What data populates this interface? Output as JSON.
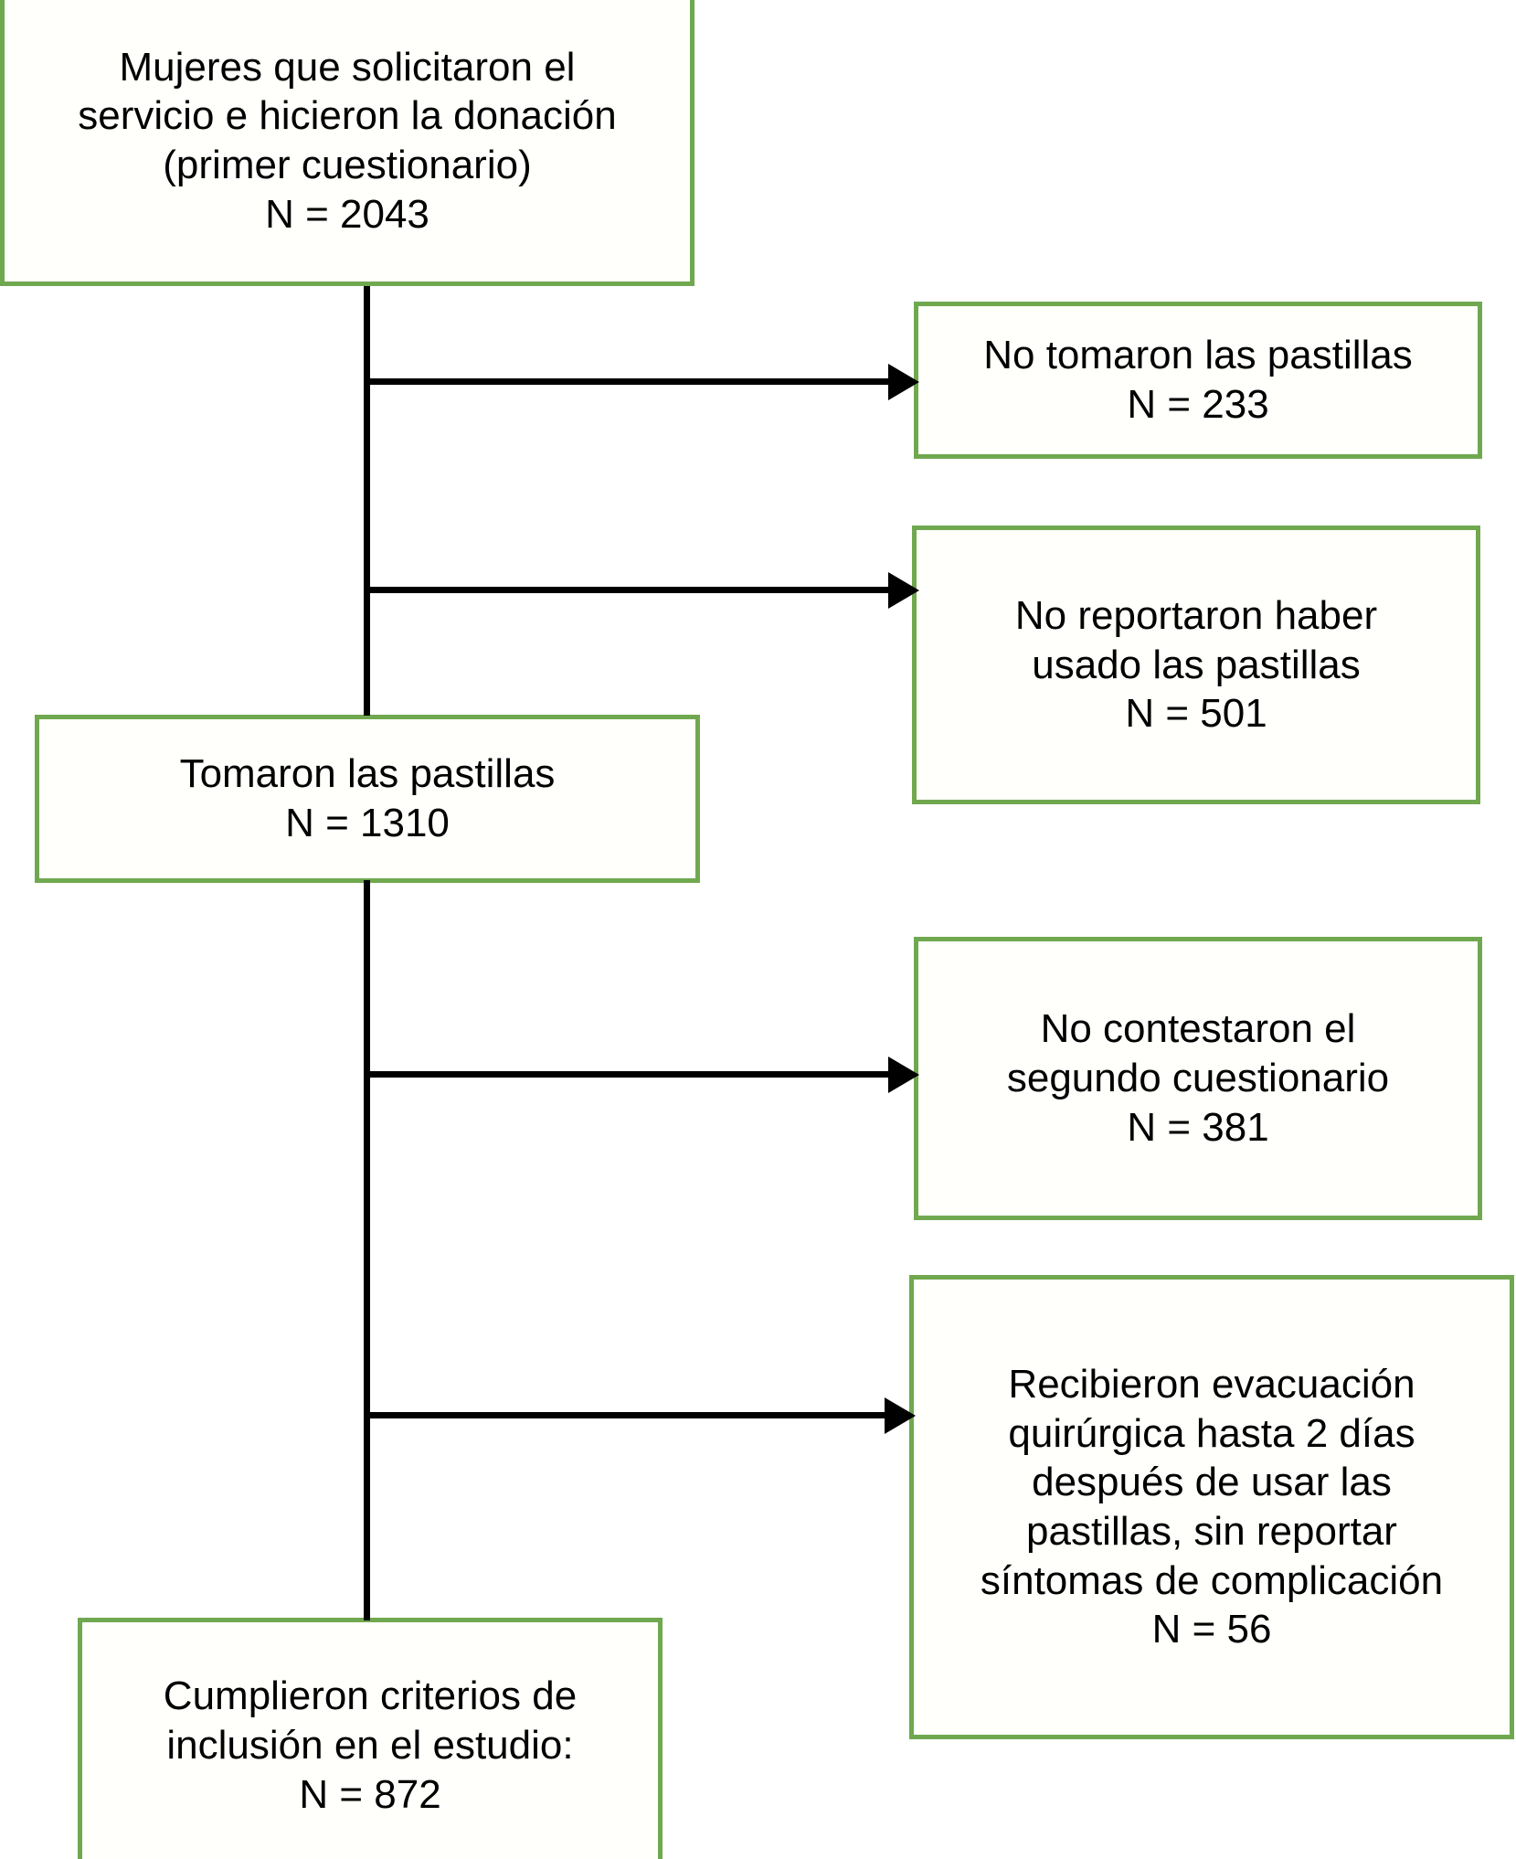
{
  "diagram": {
    "type": "flowchart",
    "title": "",
    "accent_color": "#70a84f",
    "line_color": "#000000",
    "background_color": "#ffffff",
    "nodes": {
      "donation": {
        "id": "donation",
        "role": "start",
        "text": "Mujeres que solicitaron el\nservicio e hicieron la donación\n(primer cuestionario)\nN = 2043",
        "n_label": "N = 2043",
        "n_value": 2043
      },
      "took_pills": {
        "id": "took_pills",
        "role": "stage",
        "text": "Tomaron las pastillas\nN = 1310",
        "n_label": "N = 1310",
        "n_value": 1310
      },
      "included": {
        "id": "included",
        "role": "end",
        "text": "Cumplieron criterios de\ninclusión en el estudio:\nN = 872",
        "n_label": "N = 872",
        "n_value": 872
      },
      "excl_not_taken": {
        "id": "excl_not_taken",
        "role": "exclusion",
        "text": "No tomaron las pastillas\nN = 233",
        "n_label": "N = 233",
        "n_value": 233
      },
      "excl_not_reported_used": {
        "id": "excl_not_reported_used",
        "role": "exclusion",
        "text": "No reportaron haber\nusado las pastillas\nN = 501",
        "n_label": "N = 501",
        "n_value": 501
      },
      "excl_no_second_questionnaire": {
        "id": "excl_no_second_questionnaire",
        "role": "exclusion",
        "text": "No contestaron el\nsegundo cuestionario\nN = 381",
        "n_label": "N = 381",
        "n_value": 381
      },
      "excl_surgical_evacuation": {
        "id": "excl_surgical_evacuation",
        "role": "exclusion",
        "text": "Recibieron evacuación\nquirúrgica hasta 2 días\ndespués de usar las\npastillas, sin reportar\nsíntomas de complicación\nN = 56",
        "n_label": "N = 56",
        "n_value": 56
      }
    },
    "edges": [
      {
        "id": "edge-1",
        "from": "donation",
        "to": "excl_not_taken",
        "style": "arrow"
      },
      {
        "id": "edge-2",
        "from": "donation",
        "to": "excl_not_reported_used",
        "style": "arrow"
      },
      {
        "id": "edge-3",
        "from": "donation",
        "to": "took_pills",
        "style": "line"
      },
      {
        "id": "edge-4",
        "from": "took_pills",
        "to": "excl_no_second_questionnaire",
        "style": "arrow"
      },
      {
        "id": "edge-5",
        "from": "took_pills",
        "to": "excl_surgical_evacuation",
        "style": "arrow"
      },
      {
        "id": "edge-6",
        "from": "took_pills",
        "to": "included",
        "style": "line"
      }
    ]
  }
}
